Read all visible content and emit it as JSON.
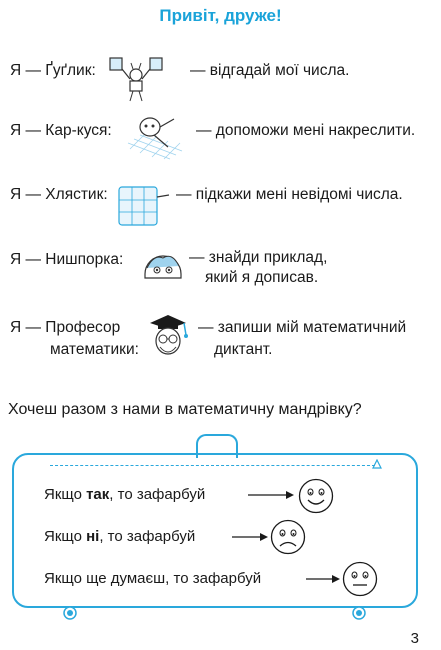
{
  "title": "Привіт, друже!",
  "intro": [
    {
      "name": "Я — Ґуґлик:",
      "desc": "— відгадай мої числа."
    },
    {
      "name": "Я — Кар-куся:",
      "desc": "— допоможи мені накреслити."
    },
    {
      "name": "Я — Хлястик:",
      "desc": "— підкажи мені невідомі числа."
    },
    {
      "name": "Я — Нишпорка:",
      "desc1": "— знайди приклад,",
      "desc2": "який я дописав."
    },
    {
      "name1": "Я — Професор",
      "name2": "математики:",
      "desc1": "— запиши мій математичний",
      "desc2": "диктант."
    }
  ],
  "question": "Хочеш разом з нами в математичну мандрівку?",
  "options": [
    {
      "pre": "Якщо ",
      "bold": "так",
      "post": ", то зафарбуй",
      "face": "smile-face-icon"
    },
    {
      "pre": "Якщо ",
      "bold": "ні",
      "post": ", то зафарбуй",
      "face": "sad-face-icon"
    },
    {
      "text": "Якщо ще думаєш, то зафарбуй",
      "face": "neutral-face-icon"
    }
  ],
  "page_number": "3",
  "colors": {
    "accent": "#1aa3d9",
    "ink": "#1a1a1a"
  }
}
